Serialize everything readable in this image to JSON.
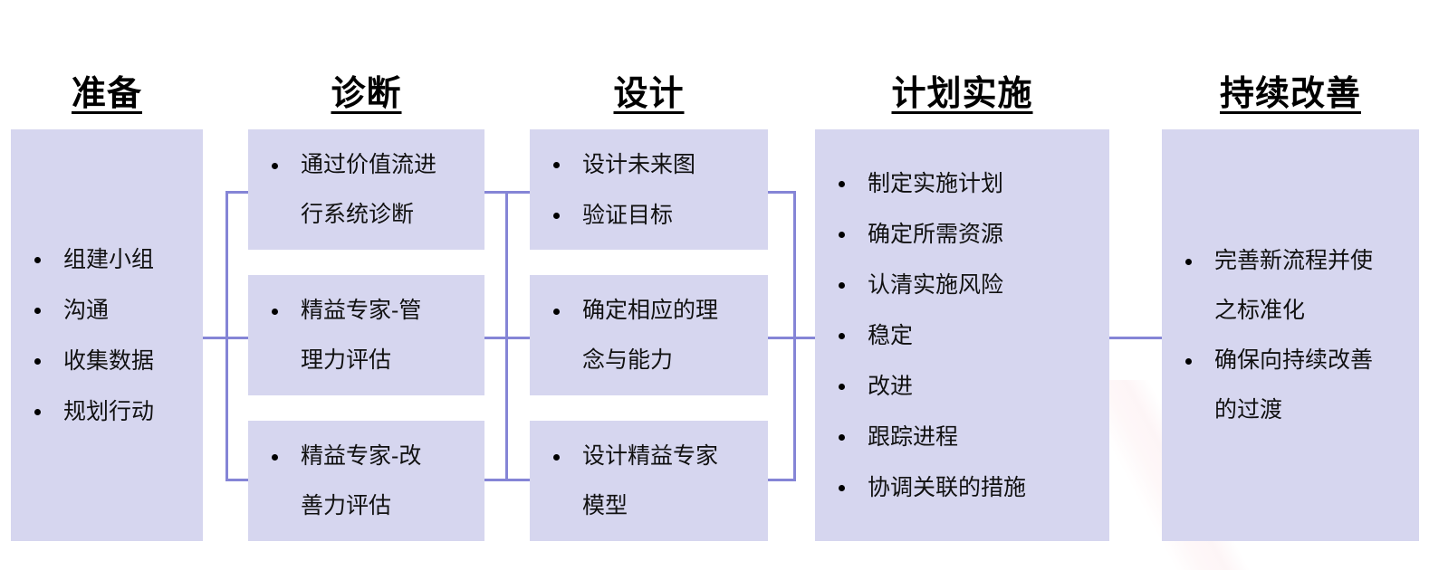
{
  "diagram": {
    "title_underline": true,
    "accent_color": "#8585d6",
    "box_fill": "#d6d6ef",
    "text_color": "#111111",
    "background": "#ffffff",
    "columns": [
      {
        "id": "prepare",
        "title": "准备",
        "boxes": [
          {
            "id": "prepare-box-1",
            "items": [
              "组建小组",
              "沟通",
              "收集数据",
              "规划行动"
            ]
          }
        ]
      },
      {
        "id": "diagnose",
        "title": "诊断",
        "boxes": [
          {
            "id": "diagnose-box-1",
            "items": [
              "通过价值流进\n行系统诊断"
            ]
          },
          {
            "id": "diagnose-box-2",
            "items": [
              "精益专家-管\n理力评估"
            ]
          },
          {
            "id": "diagnose-box-3",
            "items": [
              "精益专家-改\n善力评估"
            ]
          }
        ]
      },
      {
        "id": "design",
        "title": "设计",
        "boxes": [
          {
            "id": "design-box-1",
            "items": [
              "设计未来图",
              "验证目标"
            ]
          },
          {
            "id": "design-box-2",
            "items": [
              "确定相应的理\n念与能力"
            ]
          },
          {
            "id": "design-box-3",
            "items": [
              "设计精益专家\n模型"
            ]
          }
        ]
      },
      {
        "id": "plan-implement",
        "title": "计划实施",
        "boxes": [
          {
            "id": "plan-box-1",
            "items": [
              "制定实施计划",
              "确定所需资源",
              "认清实施风险",
              "稳定",
              "改进",
              "跟踪进程",
              "协调关联的措施"
            ]
          }
        ]
      },
      {
        "id": "continuous-improvement",
        "title": "持续改善",
        "boxes": [
          {
            "id": "improve-box-1",
            "items": [
              "完善新流程并使\n之标准化",
              "确保向持续改善\n的过渡"
            ]
          }
        ]
      }
    ]
  }
}
